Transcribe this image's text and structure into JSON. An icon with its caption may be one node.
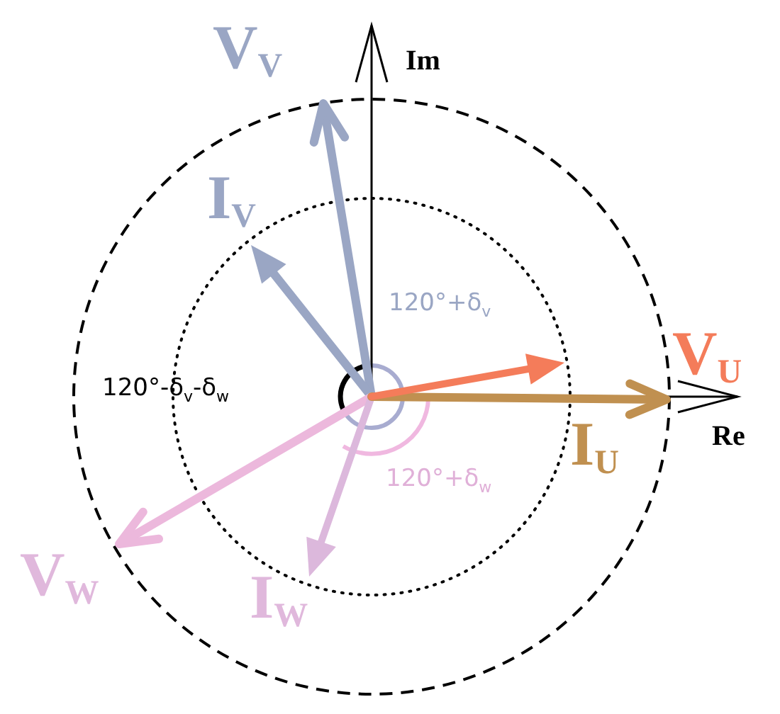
{
  "diagram": {
    "labels": [
      "V$_{V}$",
      "Im",
      "I$_{V}$",
      "120°+δ$_{v}$",
      "V$_{U}$",
      "120°-δ$_{v}$-δ$_{w}$",
      "Re",
      "I$_{U}$",
      "120°+δ$_{w}$",
      "V$_{W}$",
      "I$_{W}$"
    ]
  }
}
